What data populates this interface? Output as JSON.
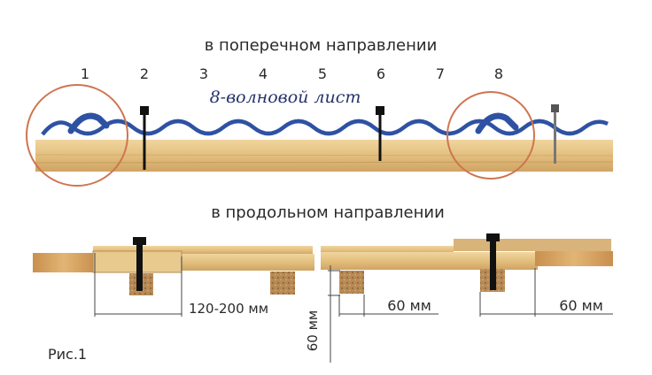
{
  "top_section": {
    "title": "в поперечном направлении",
    "wave_numbers": [
      "1",
      "2",
      "3",
      "4",
      "5",
      "6",
      "7",
      "8"
    ],
    "sheet_label": "8-волновой лист"
  },
  "bottom_section": {
    "title": "в продольном направлении",
    "dim_left": "120-200 мм",
    "dim_middle": "60 мм",
    "dim_right": "60 мм",
    "dim_vertical": "60 мм"
  },
  "figure_caption": "Рис.1",
  "colors": {
    "wave": "#2e52a3",
    "wood": "#e6c58a",
    "wood_dark": "#c9a262",
    "circle": "#cf7550",
    "bolt": "#111111"
  }
}
